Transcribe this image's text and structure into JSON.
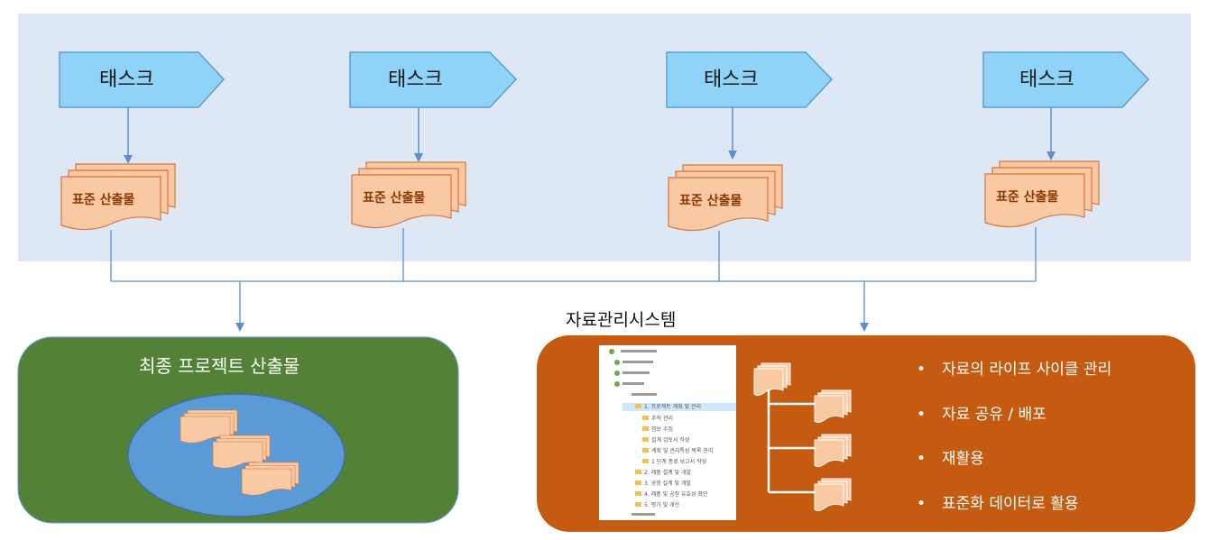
{
  "tasks": [
    {
      "label": "태스크",
      "doc_label": "표준 산출물"
    },
    {
      "label": "태스크",
      "doc_label": "표준 산출물"
    },
    {
      "label": "태스크",
      "doc_label": "표준 산출물"
    },
    {
      "label": "태스크",
      "doc_label": "표준 산출물"
    }
  ],
  "final_box": {
    "title": "최종 프로젝트 산출물"
  },
  "system": {
    "label": "자료관리시스템",
    "bullets": [
      "자료의 라이프 사이클 관리",
      "자료 공유 / 배포",
      "재활용",
      "표준화 데이터로 활용"
    ],
    "tree_items": [
      "1. 프로젝트 계획 및 관리",
      "추적 관리",
      "정보 수집",
      "설계 검토서 작성",
      "계획 및 관리특성 목록 관리",
      "1 단계 종료 보고서 작성",
      "2. 제품 설계 및 개발",
      "3. 공정 설계 및 개발",
      "4. 제품 및 공정 유효성 확인",
      "5. 평가 및 개선"
    ]
  },
  "colors": {
    "band": "#dde8f4",
    "task_fill": "#8fd3f8",
    "task_stroke": "#5a9ed6",
    "doc_fill": "#f9c9a3",
    "doc_stroke": "#d9763a",
    "connector": "#5b8fd1",
    "final_fill": "#538135",
    "final_inner": "#5b9bd5",
    "system_fill": "#c55a11"
  }
}
